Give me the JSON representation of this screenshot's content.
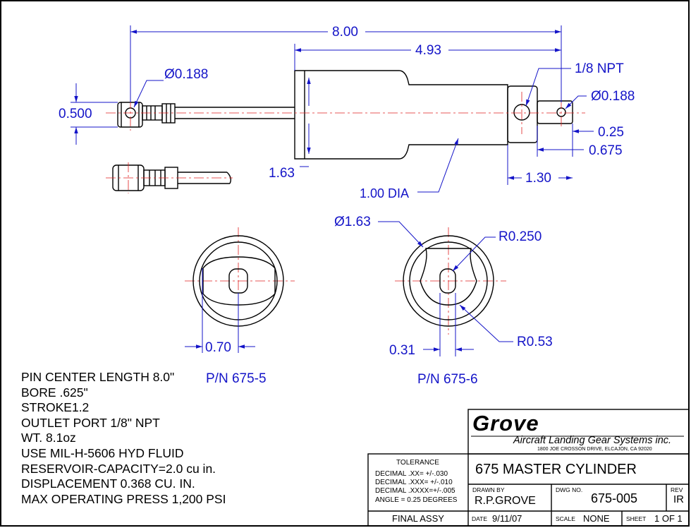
{
  "dimensions": {
    "overall_length": "8.00",
    "body_length": "4.93",
    "left_hole_dia": "Ø0.188",
    "right_hole_dia": "Ø0.188",
    "port": "1/8 NPT",
    "clevis_width": "0.500",
    "clevis_end": "0.25",
    "clevis_length": "0.675",
    "body_height": "1.63",
    "neck_dia": "1.00 DIA",
    "neck_length": "1.30",
    "flange_dia": "Ø1.63",
    "flat_radius": "R0.250",
    "outer_radius": "R0.53",
    "width_p5": "0.70",
    "width_p6": "0.31"
  },
  "part_labels": [
    "P/N 675-5",
    "P/N 675-6"
  ],
  "notes": [
    "PIN CENTER LENGTH 8.0\"",
    "BORE .625\"",
    "STROKE1.2",
    "OUTLET PORT 1/8\" NPT",
    "WT. 8.1oz",
    "USE MIL-H-5606 HYD FLUID",
    "RESERVOIR-CAPACITY=2.0 cu in.",
    "DISPLACEMENT 0.368 CU. IN.",
    "MAX OPERATING PRESS 1,200 PSI"
  ],
  "title_block": {
    "company": "Grove",
    "company_full": "Aircraft Landing Gear Systems inc.",
    "address": "1800 JOE CROSSON DRIVE, ELCAJON, CA 92020",
    "tolerance_title": "TOLERANCE",
    "tolerances": [
      "DECIMAL .XX=  +/-.030",
      "DECIMAL .XXX= +/-.010",
      "DECIMAL .XXXX=+/-.005",
      "ANGLE = 0.25 DEGREES"
    ],
    "drawing_title": "675 MASTER CYLINDER",
    "drawn_by_label": "DRAWN BY",
    "drawn_by": "R.P.GROVE",
    "dwg_no_label": "DWG NO.",
    "dwg_no": "675-005",
    "rev_label": "REV",
    "rev": "IR",
    "final_assy": "FINAL ASSY",
    "date_label": "DATE",
    "date": "9/11/07",
    "scale_label": "SCALE",
    "scale": "NONE",
    "sheet_label": "SHEET",
    "sheet": "1 OF 1"
  },
  "colors": {
    "dimension": "#1414c8",
    "centerline": "#e02020",
    "outline": "#000000"
  }
}
